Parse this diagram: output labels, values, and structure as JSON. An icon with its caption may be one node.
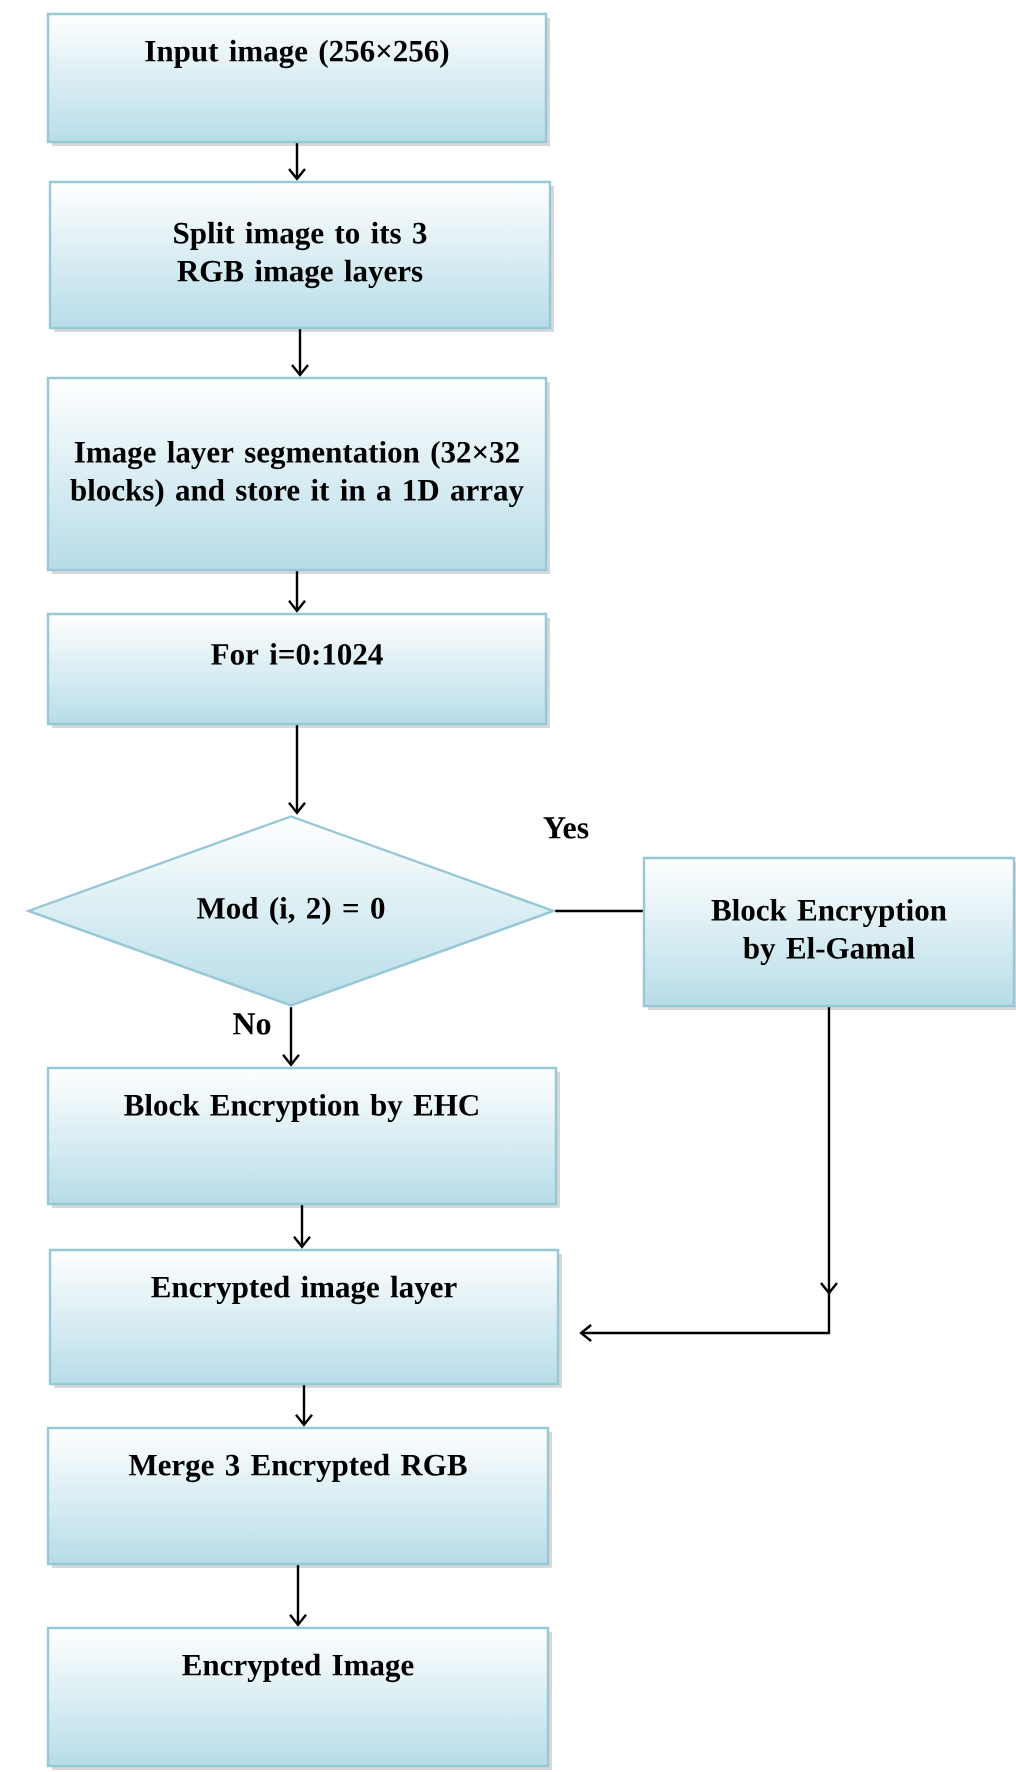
{
  "diagram": {
    "nodes": [
      {
        "text": [
          "Input image (256×256)"
        ]
      },
      {
        "text": [
          "Split image to its 3 RGB image layers"
        ]
      },
      {
        "text": [
          "Image layer segmentation (32×32 blocks) and store it in a 1D array"
        ]
      },
      {
        "text": [
          "For i=0:1024"
        ]
      },
      {
        "text": [
          "Mod (i, 2) = 0"
        ]
      },
      {
        "text": [
          "Block Encryption by El-Gamal"
        ]
      },
      {
        "text": [
          "Block Encryption by EHC"
        ]
      },
      {
        "text": [
          "Encrypted image layer"
        ]
      },
      {
        "text": [
          "Merge 3 Encrypted RGB"
        ]
      },
      {
        "text": [
          "Encrypted Image"
        ]
      }
    ],
    "edges": [
      {
        "from": 0,
        "to": 1,
        "arrow": "to"
      },
      {
        "from": 1,
        "to": 2,
        "arrow": "to"
      },
      {
        "from": 2,
        "to": 3,
        "arrow": "to"
      },
      {
        "from": 3,
        "to": 4,
        "arrow": "to"
      },
      {
        "from": 4,
        "to": 5,
        "arrow": "none",
        "label": "Yes"
      },
      {
        "from": 4,
        "to": 6,
        "arrow": "to",
        "label": "No"
      },
      {
        "from": 5,
        "to": 7,
        "arrow": "to"
      },
      {
        "from": 6,
        "to": 7,
        "arrow": "to"
      },
      {
        "from": 7,
        "to": 8,
        "arrow": "to"
      },
      {
        "from": 8,
        "to": 9,
        "arrow": "to"
      }
    ]
  }
}
